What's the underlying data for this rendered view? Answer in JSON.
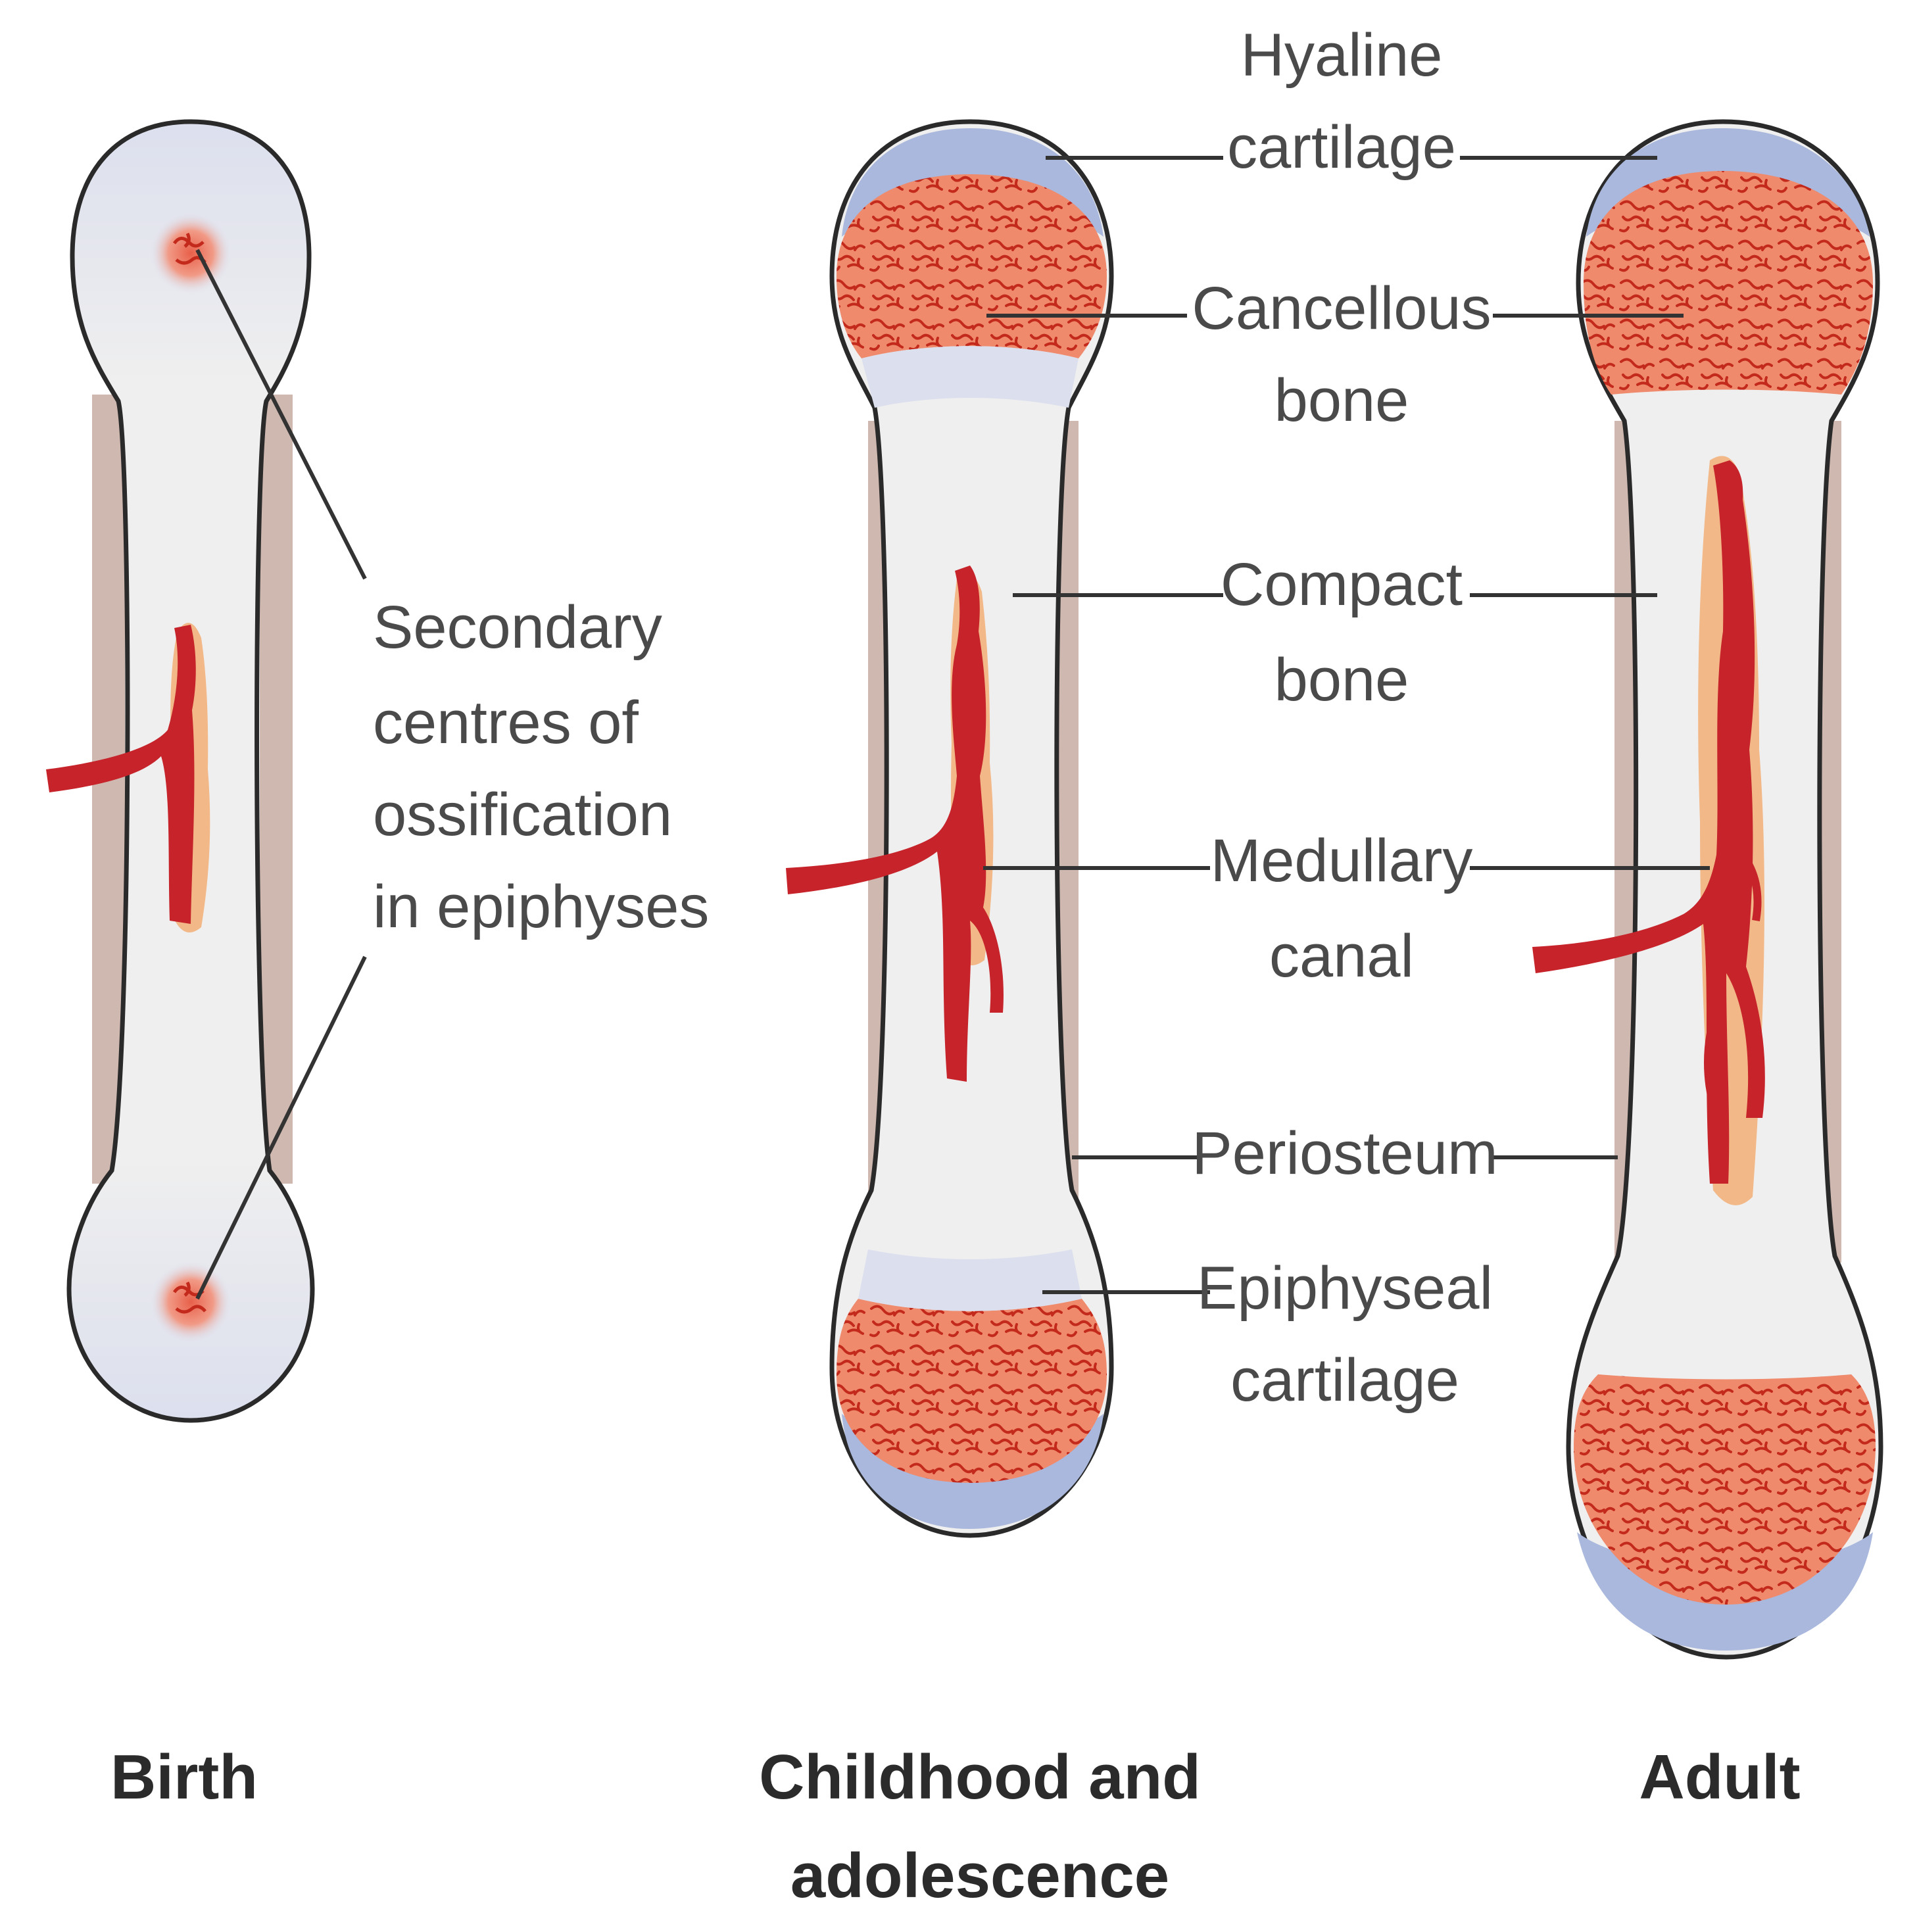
{
  "labels": {
    "secondary_centres": [
      "Secondary",
      "centres of",
      "ossification",
      "in epiphyses"
    ],
    "hyaline_cartilage": [
      "Hyaline",
      "cartilage"
    ],
    "cancellous_bone": [
      "Cancellous",
      "bone"
    ],
    "compact_bone": [
      "Compact",
      "bone"
    ],
    "medullary_canal": [
      "Medullary",
      "canal"
    ],
    "periosteum": [
      "Periosteum"
    ],
    "epiphyseal_cartilage": [
      "Epiphyseal",
      "cartilage"
    ]
  },
  "stages": {
    "birth": [
      "Birth"
    ],
    "childhood": [
      "Childhood and",
      "adolescence"
    ],
    "adult": [
      "Adult"
    ]
  },
  "colors": {
    "cartilage": "#dcdfee",
    "shaft": "#efefef",
    "periosteum": "#cfb8b0",
    "spongy": "#ef8a6c",
    "spongy_pattern": "#c42a1c",
    "vessel": "#c6232a",
    "marrow": "#f2b888",
    "hyaline_cap": "#a9b8dc"
  }
}
